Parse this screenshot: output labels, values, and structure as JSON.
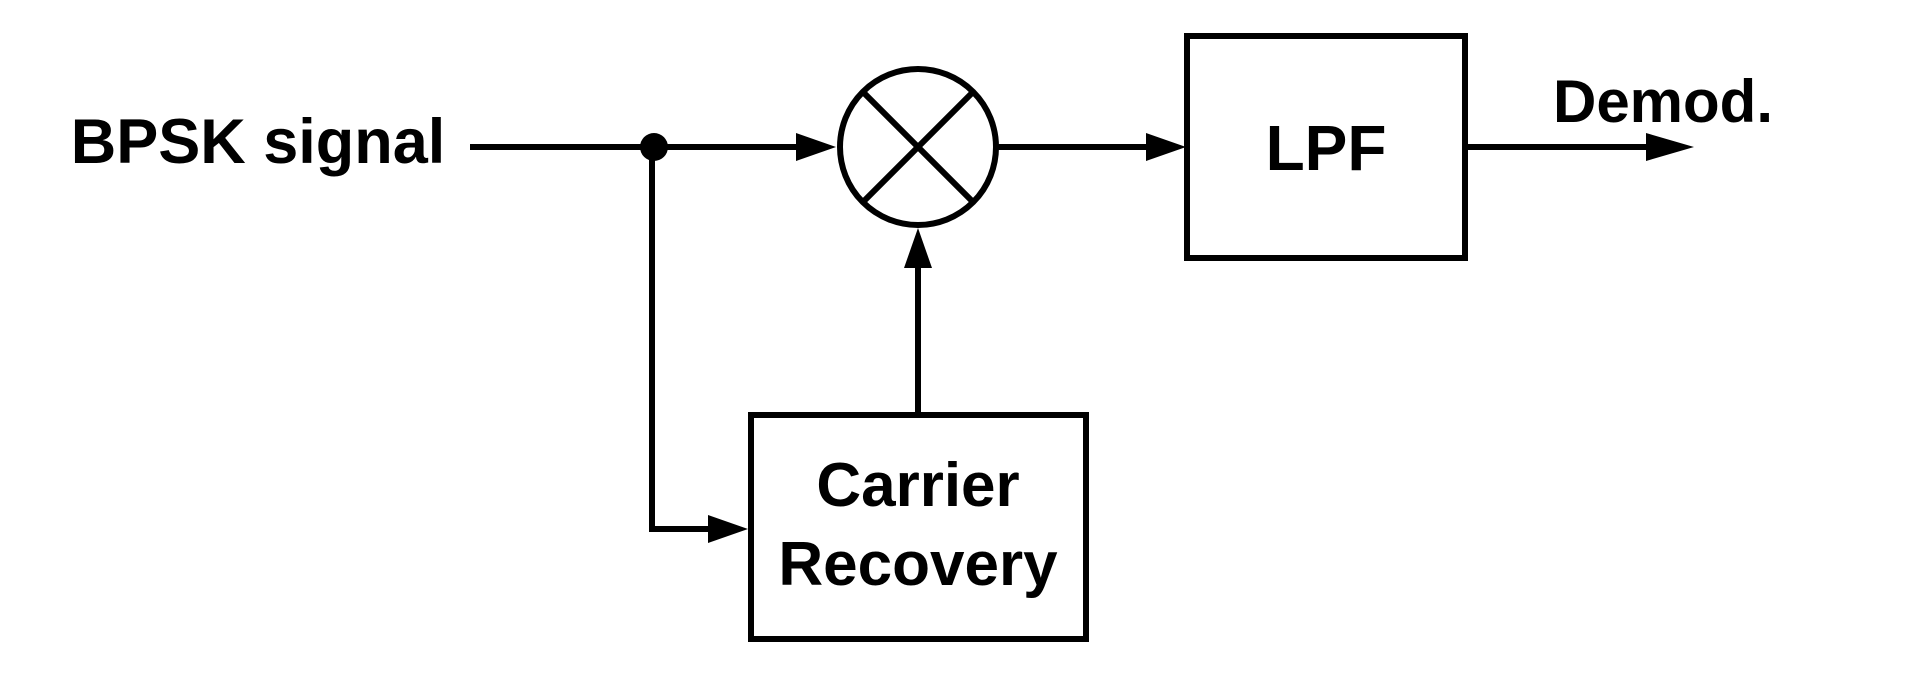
{
  "diagram": {
    "input_label": "BPSK signal",
    "mixer_label": "",
    "lpf_label": "LPF",
    "carrier_recovery_line1": "Carrier",
    "carrier_recovery_line2": "Recovery",
    "output_label": "Demod.",
    "stroke_color": "#000000",
    "background_color": "#ffffff",
    "mixer_symbol": "multiplier-circle-x-icon"
  }
}
